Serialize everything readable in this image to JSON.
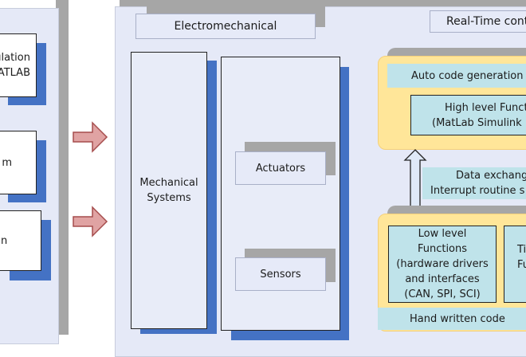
{
  "left_column": {
    "box1_lines": [
      "ulation",
      "ATLAB"
    ],
    "box2_text": "m",
    "box3_text": "n"
  },
  "electromechanical": {
    "label": "Electromechanical",
    "mechanical": "Mechanical Systems",
    "actuators": "Actuators",
    "sensors": "Sensors"
  },
  "realtime": {
    "label": "Real-Time contr",
    "auto_code": "Auto code generation",
    "high_level_lines": [
      "High level Functi",
      "(MatLab Simulink m"
    ],
    "data_exchange_lines": [
      "Data exchang",
      "Interrupt routine s"
    ],
    "low_level_lines": [
      "Low level",
      "Functions",
      "(hardware drivers",
      "and interfaces",
      "(CAN, SPI, SCI)"
    ],
    "ti_lines": [
      "Ti",
      "Fu"
    ],
    "hand_written": "Hand written code"
  },
  "colors": {
    "panel": "#e5e9f7",
    "shadow_blue": "#4472c4",
    "shadow_gray": "#a6a6a6",
    "arrow_fill": "#e0a3a3",
    "arrow_stroke": "#a64d4d",
    "yellow": "#ffe699",
    "cyan": "#bfe3ea"
  }
}
